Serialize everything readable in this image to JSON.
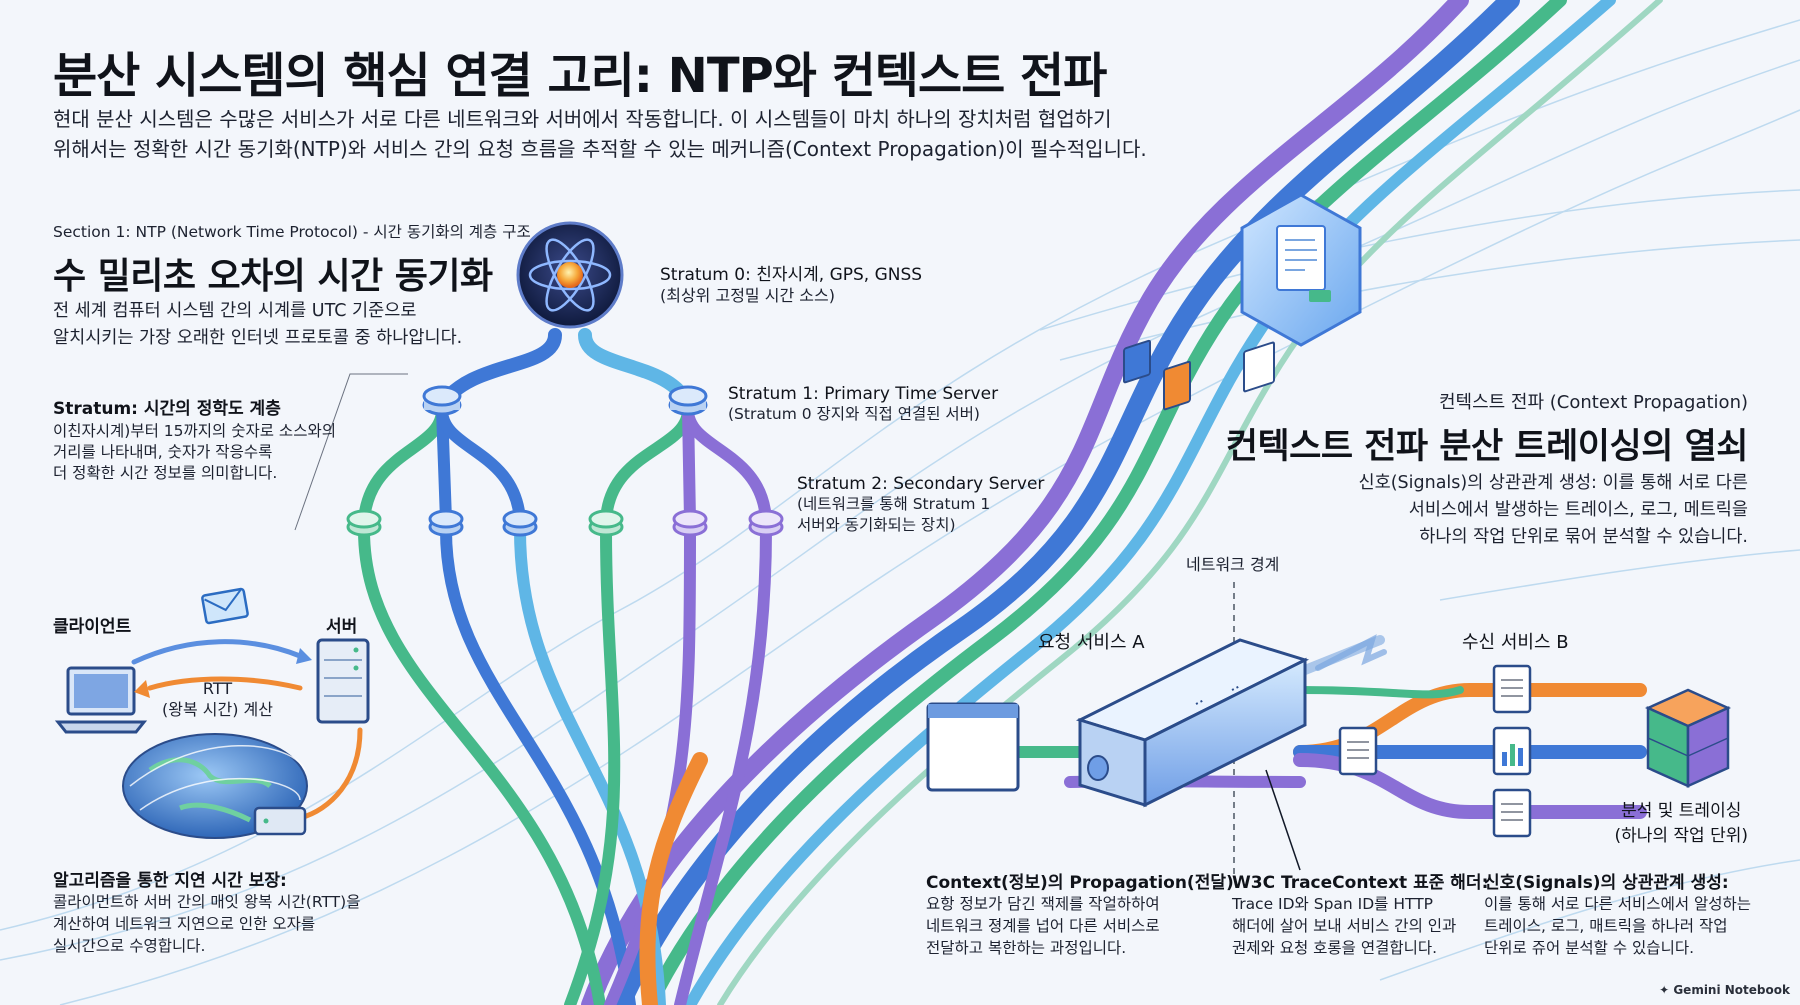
{
  "title": "분산 시스템의 핵심 연결 고리: NTP와 컨텍스트 전파",
  "intro": [
    "현대 분산 시스템은 수많은 서비스가 서로 다른 네트워크와 서버에서 작동합니다. 이 시스템들이 마치 하나의 장치처럼 협업하기",
    "위해서는 정확한 시간 동기화(NTP)와 서비스 간의 요청 흐름을 추적할 수 있는 메커니즘(Context Propagation)이 필수적입니다."
  ],
  "ntp": {
    "section_label": "Section 1: NTP (Network Time Protocol) - 시간 동기화의 계층 구조",
    "heading": "수 밀리초 오차의 시간 동기화",
    "desc": [
      "전 세계 컴퓨터 시스템 간의 시계를 UTC 기준으로",
      "알치시키는 가장 오래한 인터넷 프로토콜 중 하나압니다."
    ],
    "stratum0": {
      "title": "Stratum 0: 친자시계, GPS, GNSS",
      "sub": "(최상위 고정밀 시간 소스)"
    },
    "stratum1": {
      "title": "Stratum 1: Primary Time Server",
      "sub": "(Stratum 0 장지와 직접 연결된 서버)"
    },
    "stratum2": {
      "title": "Stratum 2: Secondary Server",
      "sub": [
        "(네트워크를 통해 Stratum 1",
        "서버와 동기화되는 장치)"
      ]
    },
    "stratum_info": {
      "title": "Stratum: 시간의 정학도 계층",
      "body": [
        "이친자시계)부터 15까지의 숫자로 소스와의",
        "거리를 나타내며, 숫자가 작응수록",
        "더 정확한 시간 정보를 의미합니다."
      ]
    },
    "client_label": "클라이언트",
    "server_label": "서버",
    "rtt_label": [
      "RTT",
      "(왕복 시간) 계산"
    ],
    "algo": {
      "title": "알고리즘을 통한 지연 시간 보장:",
      "body": [
        "콜라이먼트하 서버 간의 매잇 왕복 시간(RTT)을",
        "계산하여 네트워크 지연으로 인한 오자를",
        "실시간으로 수영합니다."
      ]
    }
  },
  "ctx": {
    "section_label": "컨텍스트 전파 (Context Propagation)",
    "heading": "컨텍스트 전파  분산 트레이싱의 열쇠",
    "desc": [
      "신호(Signals)의 상관관계 생성: 이를 통해 서로 다른",
      "서비스에서 발생하는 트레이스, 로그, 메트릭을",
      "하나의 작업 단위로 묶어 분석할 수 있습니다."
    ],
    "network_boundary": "네트워크 경계",
    "service_a": "요청 서비스 A",
    "service_b": "수신 서비스 B",
    "analysis": [
      "분석 및 트레이싱",
      "(하나의 작업 단위)"
    ],
    "foot": [
      {
        "title": "Context(정보)의 Propagation(전달)",
        "body": [
          "요항 정보가 담긴 잭제를 작얼하하여",
          "네트워크 졍계를 넙어 다른 서비스로",
          "전달하고 복한하는 과정입니다."
        ]
      },
      {
        "title": "W3C TraceContext 표준 해더:",
        "body": [
          "Trace ID와 Span ID를 HTTP",
          "해더에 살어 보내 서비스 간의 인과",
          "권제와 요청 호롱을 연결합니다."
        ]
      },
      {
        "title": "신호(Signals)의 상관관계 생성:",
        "body": [
          "이를 통해 서로 다른 서비스에서 알성하는",
          "트레이스, 로그, 매트릭을 하나러 작업",
          "단위로 쥬어 분석할 수 있습니다."
        ]
      }
    ]
  },
  "brand": "Gemini Notebook",
  "colors": {
    "blue": "#3f78d6",
    "green": "#46b98a",
    "purple": "#8a6fd6",
    "orange": "#f08a33",
    "cyan": "#5fb6e6",
    "ink": "#10131a"
  }
}
